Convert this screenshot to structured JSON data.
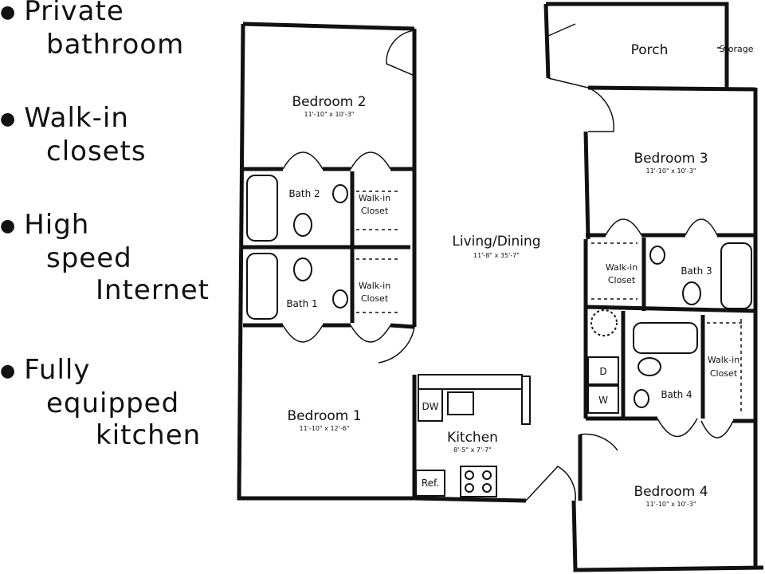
{
  "features": [
    {
      "lines": [
        "Private",
        "bathroom"
      ]
    },
    {
      "lines": [
        "Walk-in",
        "closets"
      ]
    },
    {
      "lines": [
        "High",
        "speed",
        "Internet"
      ]
    },
    {
      "lines": [
        "Fully",
        "equipped",
        "kitchen"
      ]
    }
  ],
  "rooms": {
    "porch": {
      "name": "Porch"
    },
    "storage": {
      "name": "Storage"
    },
    "bedroom2": {
      "name": "Bedroom 2",
      "dims": "11'-10\" x 10'-3\""
    },
    "bedroom3": {
      "name": "Bedroom 3",
      "dims": "11'-10\" x 10'-3\""
    },
    "bedroom1": {
      "name": "Bedroom 1",
      "dims": "11'-10\" x 12'-6\""
    },
    "bedroom4": {
      "name": "Bedroom 4",
      "dims": "11'-10\" x 10'-3\""
    },
    "living": {
      "name": "Living/Dining",
      "dims": "11'-8\" x 35'-7\""
    },
    "kitchen": {
      "name": "Kitchen",
      "dims": "8'-5\" x 7'-7\""
    },
    "bath1": {
      "name": "Bath 1"
    },
    "bath2": {
      "name": "Bath 2"
    },
    "bath3": {
      "name": "Bath 3"
    },
    "bath4": {
      "name": "Bath 4"
    },
    "closet_b2": {
      "line1": "Walk-in",
      "line2": "Closet"
    },
    "closet_b1": {
      "line1": "Walk-in",
      "line2": "Closet"
    },
    "closet_b3": {
      "line1": "Walk-in",
      "line2": "Closet"
    },
    "closet_b4": {
      "line1": "Walk-in",
      "line2": "Closet"
    }
  },
  "appliances": {
    "dw": "DW",
    "ref": "Ref.",
    "dryer": "D",
    "washer": "W"
  }
}
